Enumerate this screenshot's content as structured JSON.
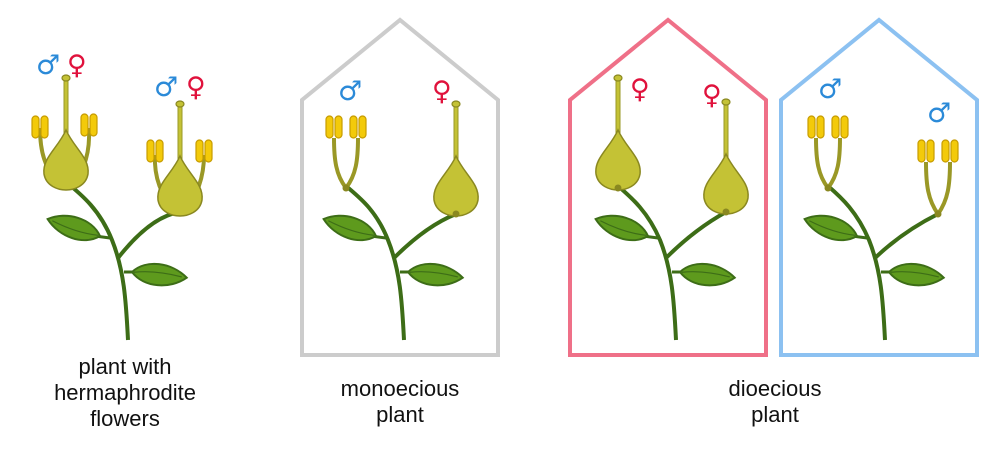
{
  "symbols": {
    "male": "♂",
    "female": "♀"
  },
  "captions": {
    "hermaphrodite": "plant with\nhermaphrodite\nflowers",
    "monoecious": "monoecious\nplant",
    "dioecious": "dioecious\nplant"
  },
  "colors": {
    "stem": "#3d6d17",
    "leaf": "#5e9a1d",
    "pistil": "#c4c235",
    "anther": "#f3ca0a",
    "male_symbol": "#2b8ad8",
    "female_symbol": "#e0123c",
    "monoecious_house": "#cccccc",
    "dioecious_female_house": "#ef7088",
    "dioecious_male_house": "#8cc1f1"
  }
}
